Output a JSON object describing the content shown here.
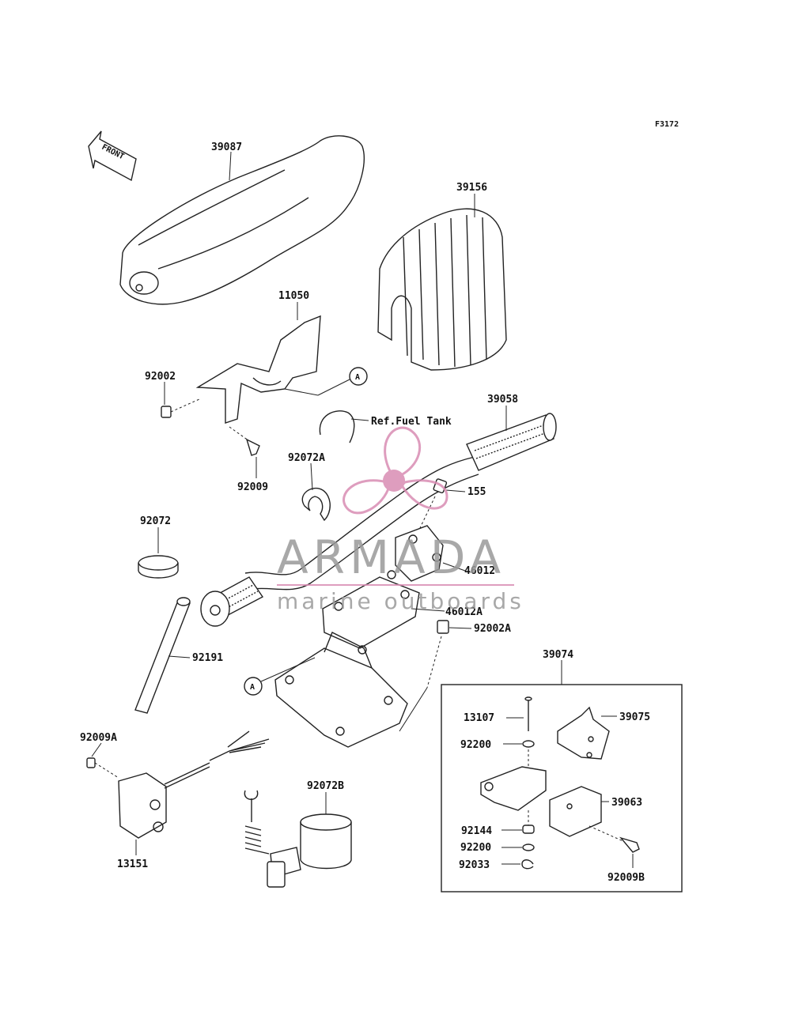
{
  "figure_code": "F3172",
  "front_arrow_label": "FRONT",
  "callout_ref": "A",
  "parts": {
    "seat": "39087",
    "cover": "39156",
    "bracket": "11050",
    "bolt_92002": "92002",
    "bolt_92009": "92009",
    "ref_fuel_tank": "Ref.Fuel Tank",
    "handlebar": "39058",
    "clamp_92072a": "92072A",
    "bolt_155": "155",
    "clamp_92072": "92072",
    "holder_46012": "46012",
    "holder_46012a": "46012A",
    "bolt_92002a": "92002A",
    "pipe_92191": "92191",
    "bolt_92009a": "92009A",
    "switch_13151": "13151",
    "clamp_92072b": "92072B",
    "assy_39074": "39074",
    "pin_13107": "13107",
    "lever_39075": "39075",
    "washer_92200_top": "92200",
    "block_39063": "39063",
    "spring_92144": "92144",
    "washer_92200_bottom": "92200",
    "circlip_92033": "92033",
    "bolt_92009b": "92009B"
  },
  "watermark": {
    "brand": "ARMADA",
    "tagline": "marine outboards",
    "color": "#d98cb3"
  }
}
